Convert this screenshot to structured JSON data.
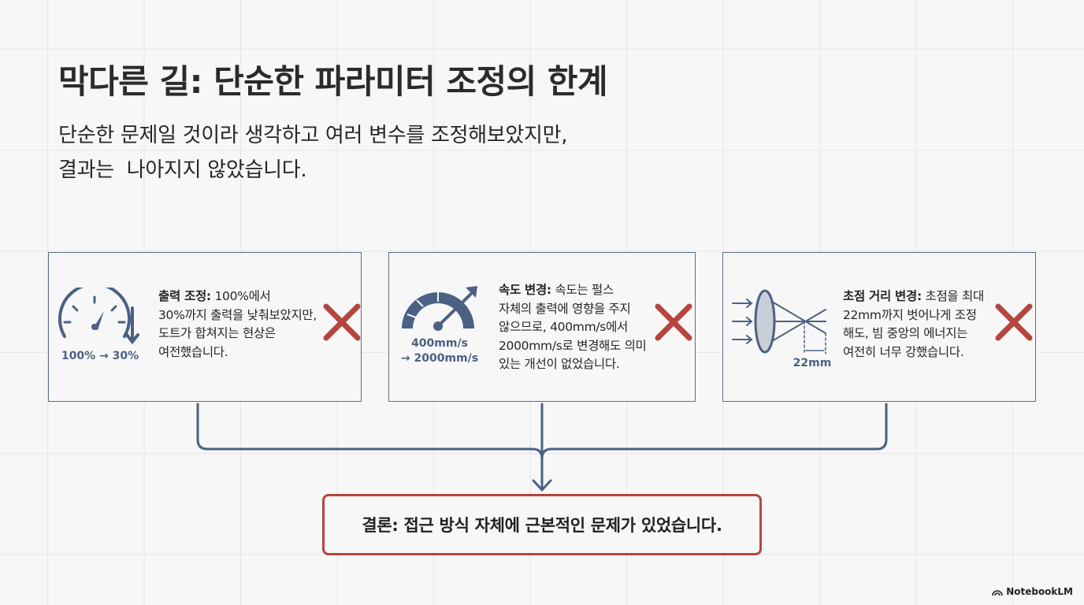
{
  "title": "막다른 길: 단순한 파라미터 조정의 한계",
  "subtitle": {
    "line1": "단순한 문제일 것이라 생각하고 여러 변수를 조정해보았지만,",
    "line2": "결과는  나아지지 않았습니다."
  },
  "cards": [
    {
      "icon": "gauge-down-icon",
      "caption": "100% → 30%",
      "heading": "출력 조정:",
      "lines": [
        " 100%에서",
        "30%까지 출력을 낮춰보았지만,",
        "도트가 합쳐지는 현상은",
        "여전했습니다."
      ],
      "result_icon": "x-icon"
    },
    {
      "icon": "speedometer-icon",
      "caption_line1": "400mm/s",
      "caption_line2": "→ 2000mm/s",
      "heading": "속도 변경:",
      "lines": [
        " 속도는 펄스",
        "자체의 출력에 영향을 주지",
        "않으므로, 400mm/s에서",
        "2000mm/s로 변경해도 의미",
        "있는 개선이 없었습니다."
      ],
      "result_icon": "x-icon"
    },
    {
      "icon": "lens-focus-icon",
      "caption": "22mm",
      "heading": "초점 거리 변경:",
      "lines": [
        " 초점을 최대",
        "22mm까지 벗어나게 조정",
        "해도, 빔 중앙의 에너지는",
        "여전히 너무 강했습니다."
      ],
      "result_icon": "x-icon"
    }
  ],
  "conclusion": "결론: 접근 방식 자체에 근본적인 문제가 있었습니다.",
  "brand": "NotebookLM",
  "colors": {
    "accent_blue": "#4a6184",
    "x_red": "#b5453e",
    "card_border": "#5a6f8a"
  }
}
